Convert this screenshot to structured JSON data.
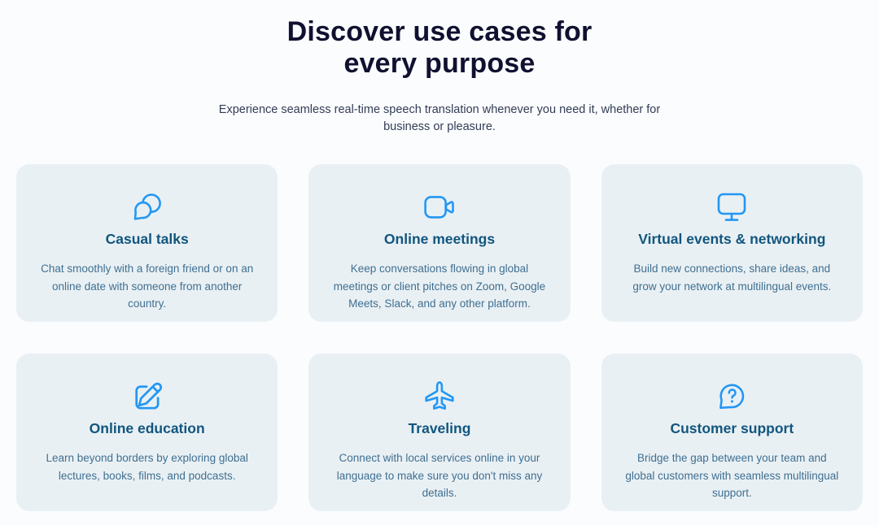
{
  "header": {
    "title_line1": "Discover use cases for",
    "title_line2": "every purpose",
    "subtitle": "Experience seamless real-time speech translation whenever you need it, whether for business or pleasure."
  },
  "colors": {
    "page_background": "#fbfcfe",
    "card_background": "#e9f0f4",
    "heading_text": "#101130",
    "subtitle_text": "#323d54",
    "card_title_text": "#11567e",
    "card_body_text": "#3f6f90",
    "icon_accent": "#2397f3"
  },
  "cards": [
    {
      "icon": "chat-bubbles-icon",
      "title": "Casual talks",
      "text": "Chat smoothly with a foreign friend or on an online date with someone from another country."
    },
    {
      "icon": "video-camera-icon",
      "title": "Online meetings",
      "text": "Keep conversations flowing in global meetings or client pitches on Zoom, Google Meets, Slack, and any other platform."
    },
    {
      "icon": "monitor-icon",
      "title": "Virtual events & networking",
      "text": "Build new connections, share ideas, and grow your network at multilingual events."
    },
    {
      "icon": "edit-pencil-icon",
      "title": "Online education",
      "text": "Learn beyond borders by exploring global lectures, books, films, and podcasts."
    },
    {
      "icon": "airplane-icon",
      "title": "Traveling",
      "text": "Connect with local services online in your language to make sure you don't miss any details."
    },
    {
      "icon": "question-bubble-icon",
      "title": "Customer support",
      "text": "Bridge the gap between your team and global customers with seamless multilingual support."
    }
  ]
}
